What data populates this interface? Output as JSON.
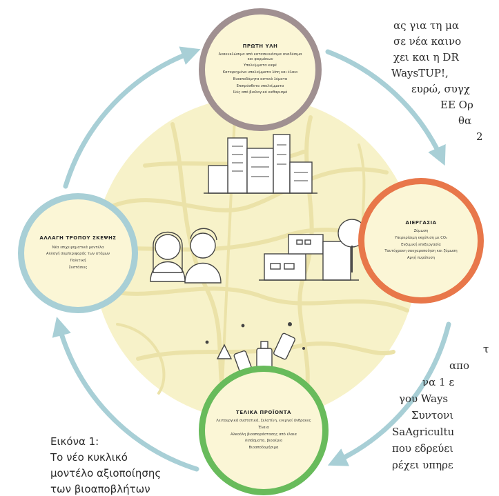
{
  "diagram": {
    "colors": {
      "ring_top": "#a09091",
      "ring_right": "#e8774a",
      "ring_bottom": "#68bb5b",
      "ring_left": "#a8cfd6",
      "cycle_arrows": "#a8cfd6",
      "inner_fill": "#fbf6d6"
    },
    "nodes": {
      "top": {
        "title": "ΠΡΩΤΗ ΥΛΗ",
        "items": [
          "Ανακυκλώσιμα από κατασκευάσιμα αναδύσιμα και φαρμάκων",
          "Υπολείμματα καφέ",
          "Κατεψυγμένα υπολείμματα λίπη και έλαιο",
          "Βιοαποδόμητα αστικά λύματα",
          "Επιπρόσθετα υπολείμματα",
          "Ιλύς από βιολογικό καθαρισμό"
        ]
      },
      "right": {
        "title": "ΔΙΕΡΓΑΣΙΑ",
        "items": [
          "Ζύμωση",
          "Υπερκρίσιμη εκχύλιση με CO₂",
          "Ενζυμική επεξεργασία",
          "Ταυτόχρονη σακχαροποίηση και ζύμωση",
          "Αργή πυρόλυση"
        ]
      },
      "bottom": {
        "title": "ΤΕΛΙΚΑ ΠΡΟΪΟΝΤΑ",
        "items": [
          "Λειτουργικά συστατικά, ζελατίνη, ενεργοί άνθρακες",
          "Έλαια",
          "Αλκοόλη βιοαπαράστασης από έλαια",
          "Λιπάσματα, βιοαέριο",
          "Βιοαποδομήσιμα"
        ]
      },
      "left": {
        "title": "ΑΛΛΑΓΗ ΤΡΟΠΟΥ ΣΚΕΨΗΣ",
        "items": [
          "Νέα επιχειρηματικά μοντέλα",
          "Αλλαγή συμπεριφοράς των ατόμων",
          "Πολιτική",
          "Συστάσεις"
        ]
      }
    },
    "icons": [
      "skyline-icon",
      "people-icon",
      "factory-icon",
      "tree-icon",
      "bottles-icon",
      "flask-icon"
    ]
  },
  "article_text": {
    "right_column_top": [
      "ας για τη μα",
      "σε νέα καινο",
      "χει και η DR",
      "WaysTUP!,",
      "ευρώ, συγχ",
      "ΕΕ Ορ",
      "θα",
      "2"
    ],
    "right_column_bottom": [
      "τ",
      "απο",
      "να 1 ε",
      "γου Ways",
      "Συντονι",
      "SaAgricultu",
      "που εδρεύει",
      "ρέχει υπηρε"
    ]
  },
  "caption": {
    "lines": [
      "Εικόνα 1:",
      "Το νέο κυκλικό",
      "μοντέλο αξιοποίησης",
      "των βιοαποβλήτων"
    ]
  }
}
